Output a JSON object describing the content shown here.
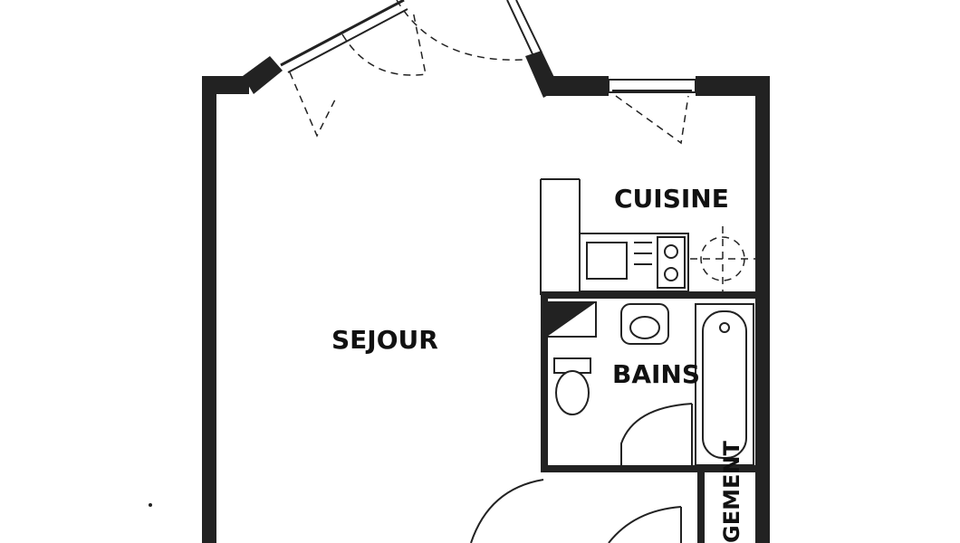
{
  "rooms": {
    "sejour": "SEJOUR",
    "cuisine": "CUISINE",
    "bains": "BAINS",
    "rangement": "GEMENT"
  },
  "colors": {
    "wall": "#222222",
    "background": "#ffffff"
  }
}
